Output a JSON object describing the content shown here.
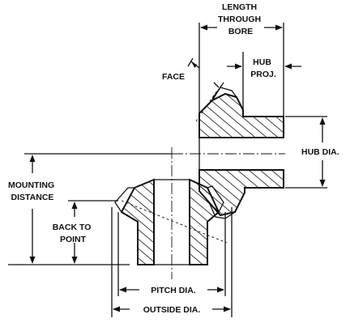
{
  "labels": {
    "length_through_bore": [
      "LENGTH",
      "THROUGH",
      "BORE"
    ],
    "face": "FACE",
    "hub_proj": [
      "HUB",
      "PROJ."
    ],
    "hub_dia": "HUB DIA.",
    "mounting_distance": [
      "MOUNTING",
      "DISTANCE"
    ],
    "back_to_point": [
      "BACK TO",
      "POINT"
    ],
    "pitch_dia": "PITCH DIA.",
    "outside_dia": "OUTSIDE DIA."
  }
}
